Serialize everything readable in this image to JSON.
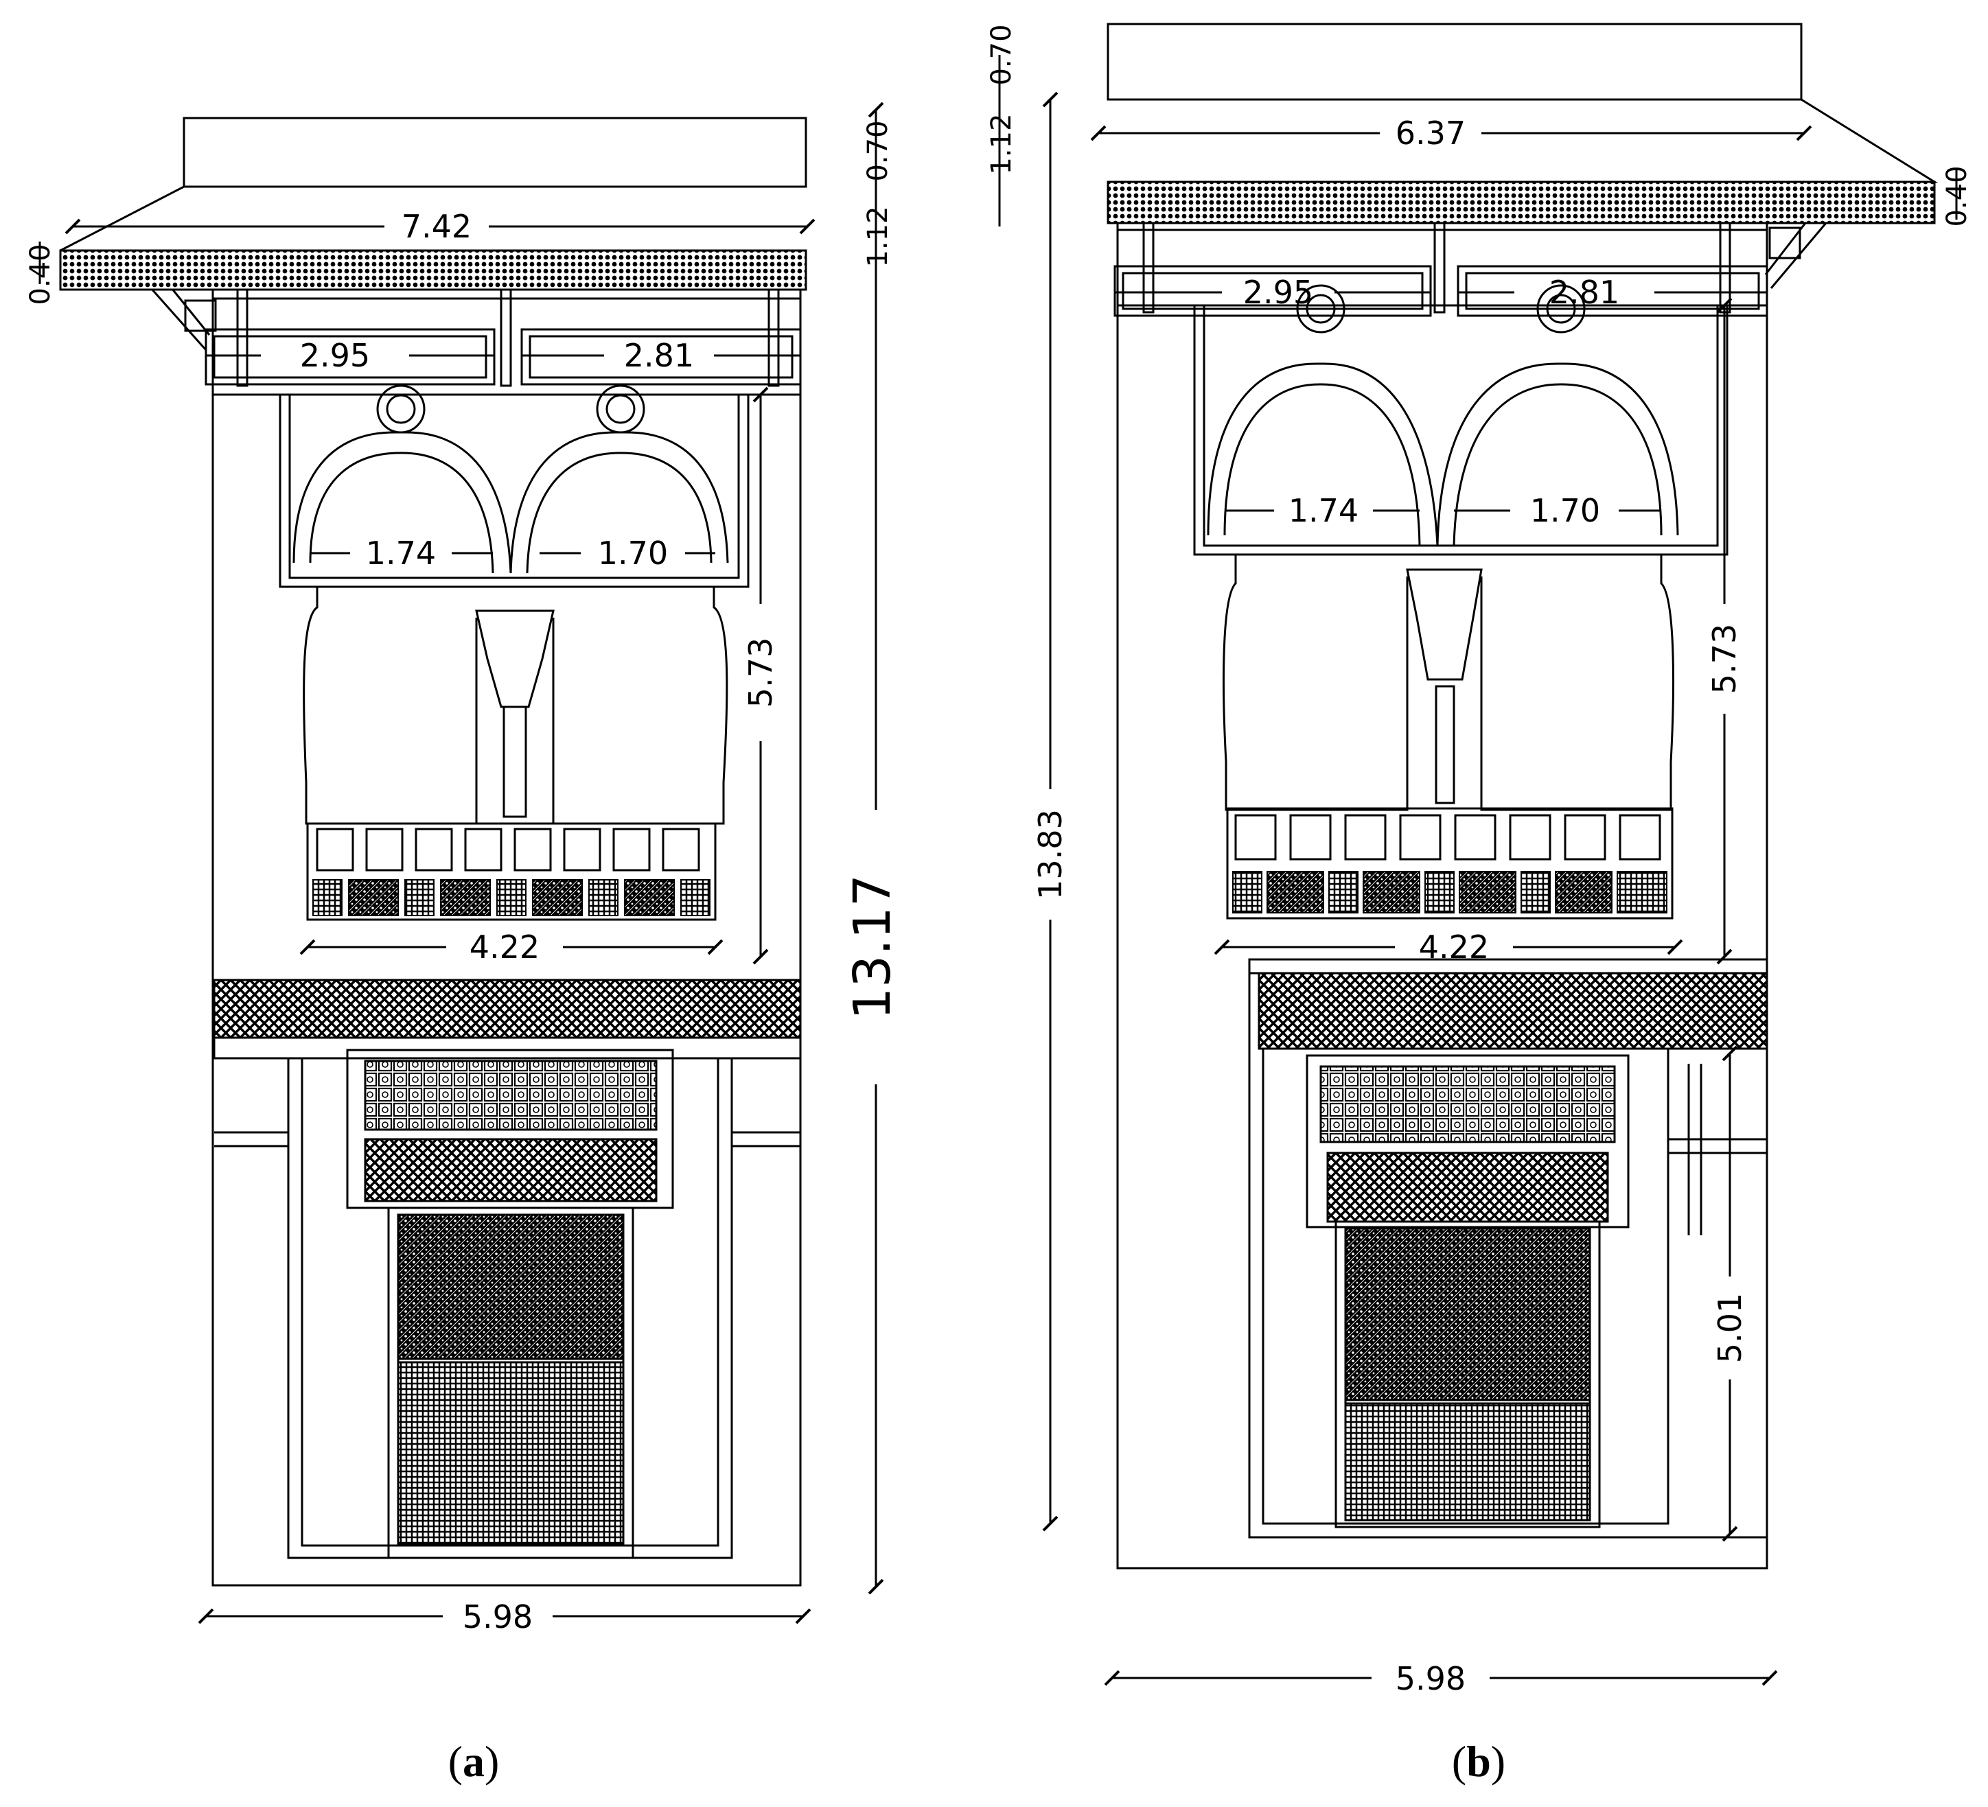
{
  "panels": [
    {
      "caption_open": "(",
      "caption_letter": "a",
      "caption_close": ")",
      "dims": {
        "cornice_width": "7.42",
        "cornice_depth": "0.40",
        "top_left": "1.12",
        "top_right": "0.70",
        "frieze_left": "2.95",
        "frieze_right": "2.81",
        "arch_left": "1.74",
        "arch_right": "1.70",
        "window_height": "5.73",
        "balcony_width": "4.22",
        "total_height": "13.17",
        "base_width": "5.98"
      }
    },
    {
      "caption_open": "(",
      "caption_letter": "b",
      "caption_close": ")",
      "dims": {
        "cornice_width": "6.37",
        "cornice_depth": "0.40",
        "top_left": "1.12",
        "top_right": "0.70",
        "frieze_left": "2.95",
        "frieze_right": "2.81",
        "arch_left": "1.74",
        "arch_right": "1.70",
        "window_height": "5.73",
        "balcony_width": "4.22",
        "total_height": "13.83",
        "door_height": "5.01",
        "base_width": "5.98"
      }
    }
  ],
  "colors": {
    "ink": "#000000",
    "paper": "#ffffff"
  }
}
